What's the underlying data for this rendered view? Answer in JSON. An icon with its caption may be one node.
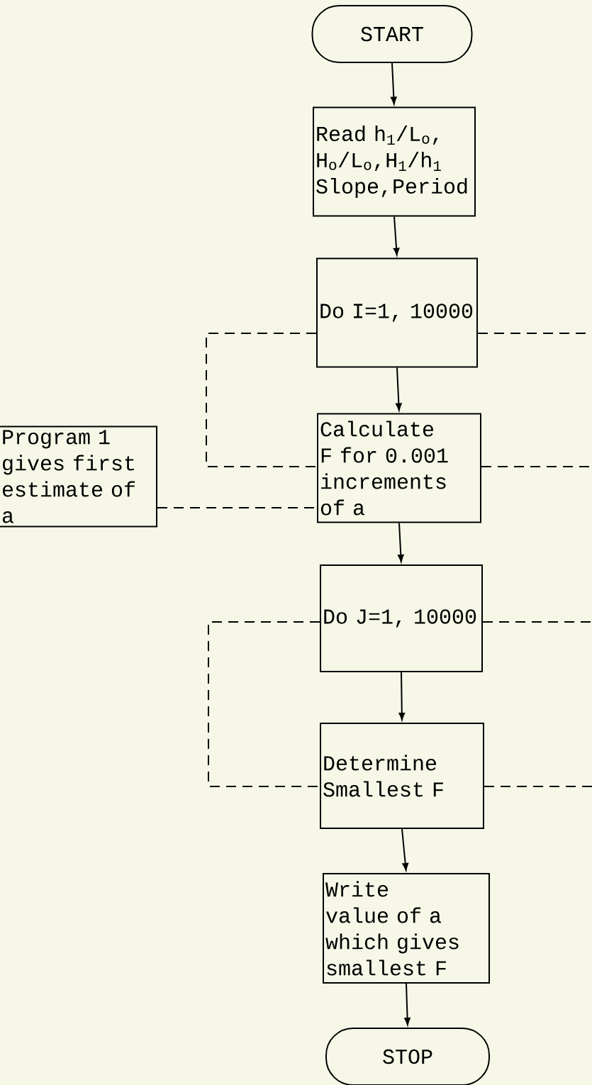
{
  "diagram": {
    "nodes": [
      {
        "text": [
          "START"
        ]
      },
      {
        "text": [
          "Read h$_{1}$/L$_{o}$, H$_{o}$/L$_{o}$,H$_{1}$/h$_{1}$ Slope,Period"
        ]
      },
      {
        "text": [
          "Do I=1, 10000"
        ]
      },
      {
        "text": [
          "Calculate F for 0.001 increments of a"
        ]
      },
      {
        "text": [
          "Program 1 gives first estimate of a"
        ]
      },
      {
        "text": [
          "Do J=1, 10000"
        ]
      },
      {
        "text": [
          "Determine Smallest F"
        ]
      },
      {
        "text": [
          "Write value of a which gives smallest F"
        ]
      },
      {
        "text": [
          "STOP"
        ]
      }
    ],
    "edges": [
      {
        "from": 0,
        "to": 1,
        "arrow": "to"
      },
      {
        "from": 1,
        "to": 2,
        "arrow": "to"
      },
      {
        "from": 2,
        "to": 3,
        "arrow": "to"
      },
      {
        "from": 3,
        "to": 5,
        "arrow": "to"
      },
      {
        "from": 5,
        "to": 6,
        "arrow": "to"
      },
      {
        "from": 6,
        "to": 7,
        "arrow": "to"
      },
      {
        "from": 7,
        "to": 8,
        "arrow": "to"
      },
      {
        "from": 2,
        "to": 3,
        "arrow": "none",
        "style": "dashed"
      },
      {
        "from": 2,
        "to": null,
        "arrow": "none",
        "style": "dashed"
      },
      {
        "from": 3,
        "to": null,
        "arrow": "none",
        "style": "dashed"
      },
      {
        "from": 4,
        "to": 3,
        "arrow": "none",
        "style": "dashed"
      },
      {
        "from": 5,
        "to": 6,
        "arrow": "none",
        "style": "dashed"
      },
      {
        "from": 5,
        "to": null,
        "arrow": "none",
        "style": "dashed"
      },
      {
        "from": 6,
        "to": null,
        "arrow": "none",
        "style": "dashed"
      }
    ]
  }
}
